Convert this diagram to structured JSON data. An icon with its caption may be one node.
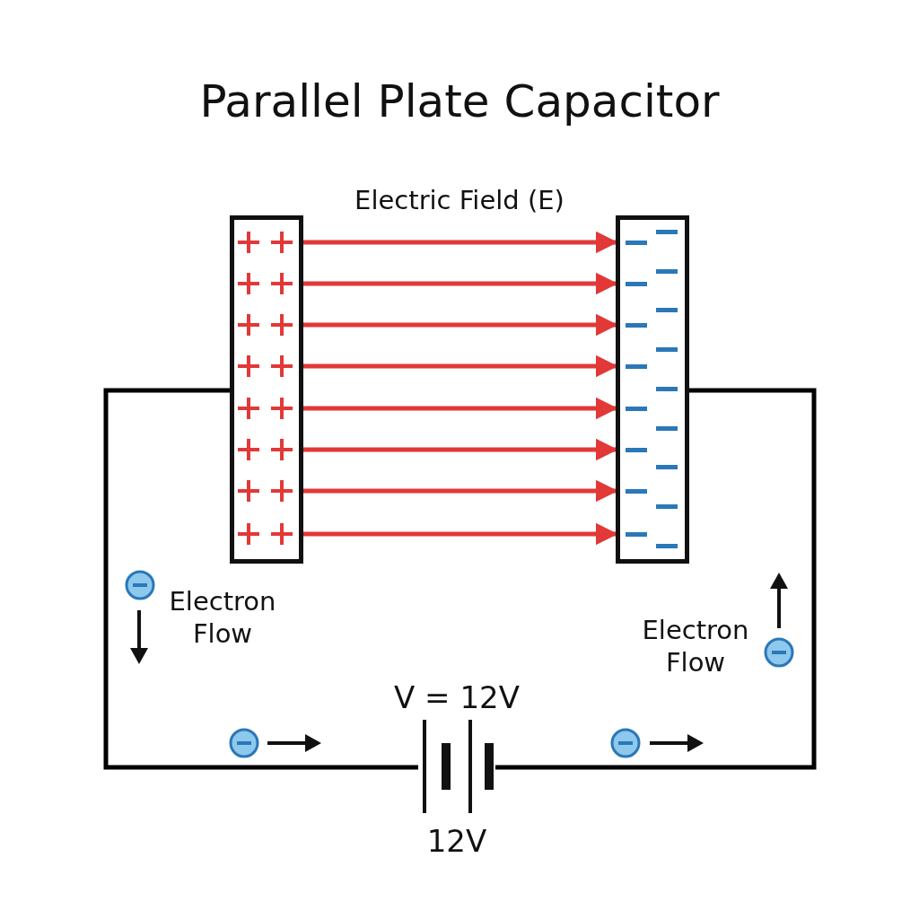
{
  "diagram": {
    "title": "Parallel Plate Capacitor",
    "nodes": [
      {
        "text": [],
        "shape": "box"
      },
      {
        "text": [],
        "shape": "box"
      },
      {
        "text": [],
        "shape": "battery",
        "beside": [
          "V = 12V",
          "12V"
        ]
      }
    ],
    "edges": [
      {
        "from": 0,
        "to": 1,
        "arrow": "to"
      },
      {
        "from": 0,
        "to": 1,
        "arrow": "to"
      },
      {
        "from": 0,
        "to": 1,
        "arrow": "to"
      },
      {
        "from": 0,
        "to": 1,
        "arrow": "to"
      },
      {
        "from": 0,
        "to": 1,
        "arrow": "to"
      },
      {
        "from": 0,
        "to": 1,
        "arrow": "to"
      },
      {
        "from": 0,
        "to": 1,
        "arrow": "to"
      },
      {
        "from": 0,
        "to": 1,
        "arrow": "to"
      },
      {
        "from": 0,
        "to": 2,
        "arrow": "none",
        "color": "#000000"
      },
      {
        "from": 2,
        "to": 1,
        "arrow": "none",
        "color": "#000000"
      }
    ],
    "labels": [
      "Electric Field (E)",
      "Electron Flow",
      "Electron Flow"
    ]
  }
}
